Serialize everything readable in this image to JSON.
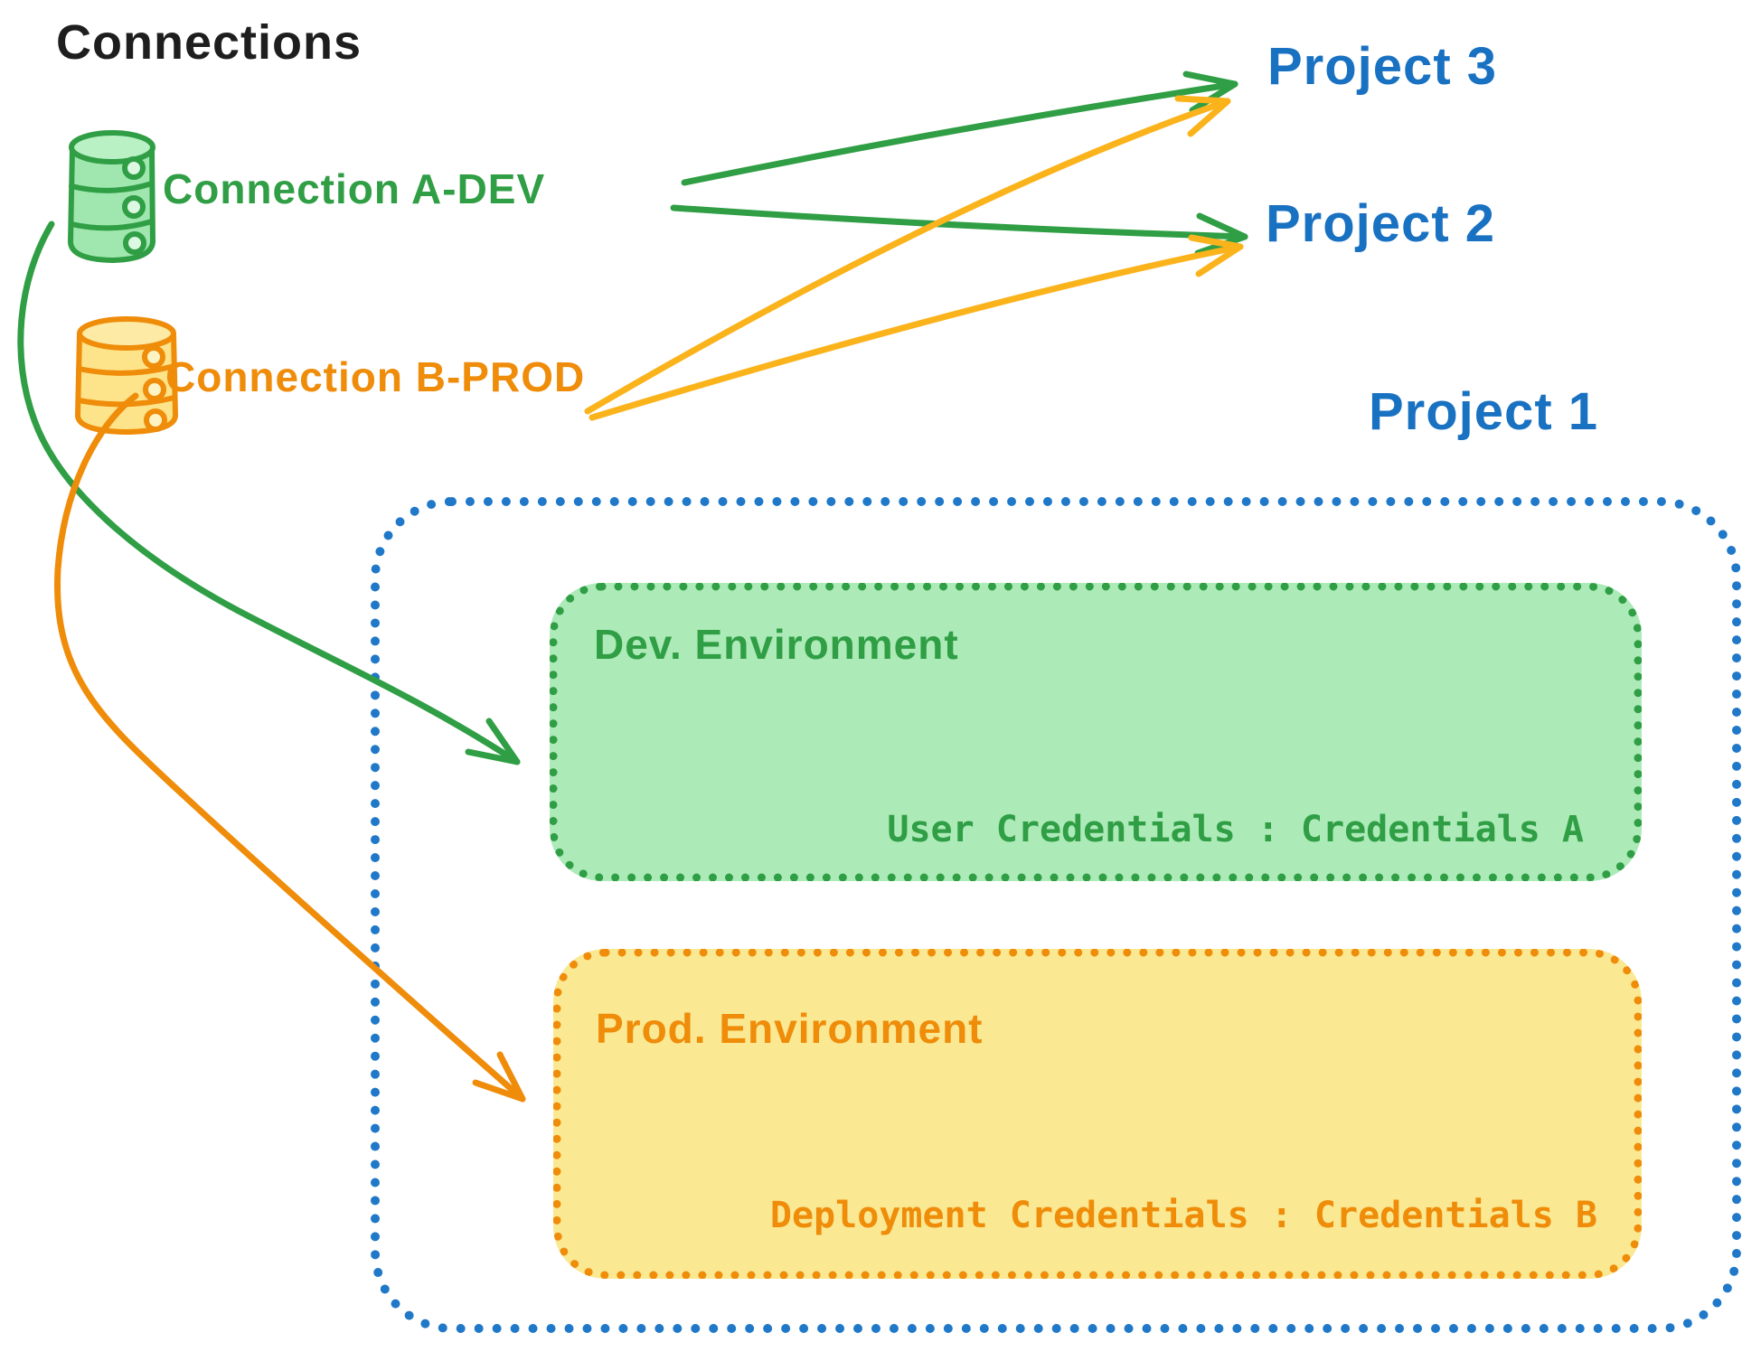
{
  "title": "Connections",
  "connections": [
    {
      "id": "a-dev",
      "label": "Connection A-DEV",
      "type": "database",
      "color": "#2f9e44"
    },
    {
      "id": "b-prod",
      "label": "Connection B-PROD",
      "type": "database",
      "color": "#ef8c09"
    }
  ],
  "projects": [
    {
      "label": "Project 3"
    },
    {
      "label": "Project 2"
    },
    {
      "label": "Project 1"
    }
  ],
  "project1_detail": {
    "label": "Project 1",
    "environments": [
      {
        "name": "Dev. Environment",
        "credential_line": "User Credentials : Credentials A",
        "accent": "#2f9e44",
        "fill": "#aceab8"
      },
      {
        "name": "Prod. Environment",
        "credential_line": "Deployment Credentials : Credentials B",
        "accent": "#ef8c09",
        "fill": "#fae992"
      }
    ]
  },
  "edges": [
    {
      "from": "Connection A-DEV",
      "to": "Project 3",
      "color": "#2f9e44"
    },
    {
      "from": "Connection A-DEV",
      "to": "Project 2",
      "color": "#2f9e44"
    },
    {
      "from": "Connection A-DEV",
      "to": "Dev. Environment",
      "color": "#2f9e44"
    },
    {
      "from": "Connection B-PROD",
      "to": "Project 3",
      "color": "#fbb31c"
    },
    {
      "from": "Connection B-PROD",
      "to": "Project 2",
      "color": "#fbb31c"
    },
    {
      "from": "Connection B-PROD",
      "to": "Prod. Environment",
      "color": "#ef8c09"
    }
  ],
  "colors": {
    "black": "#1e1e1e",
    "blue": "#1971c2",
    "green": "#2f9e44",
    "green_fill": "#aceab8",
    "orange": "#ef8c09",
    "orange_fill": "#fae992",
    "yellow_arrow": "#fbb31c"
  }
}
